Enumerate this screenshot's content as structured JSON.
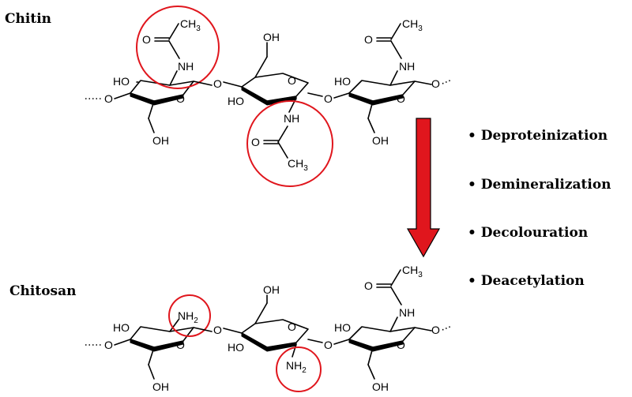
{
  "titles": {
    "chitin": "Chitin",
    "chitosan": "Chitosan"
  },
  "steps": [
    "Deproteinization",
    "Demineralization",
    "Decolouration",
    "Deacetylation"
  ],
  "bullet": "•",
  "atoms": {
    "oh": "HO",
    "ohr": "OH",
    "o": "O",
    "nh": "NH",
    "ch3": "CH",
    "nh2": "NH",
    "sub3": "3",
    "sub2": "2"
  },
  "colors": {
    "highlight": "#e0161d",
    "arrow": "#e0161d",
    "ink": "#000000"
  }
}
